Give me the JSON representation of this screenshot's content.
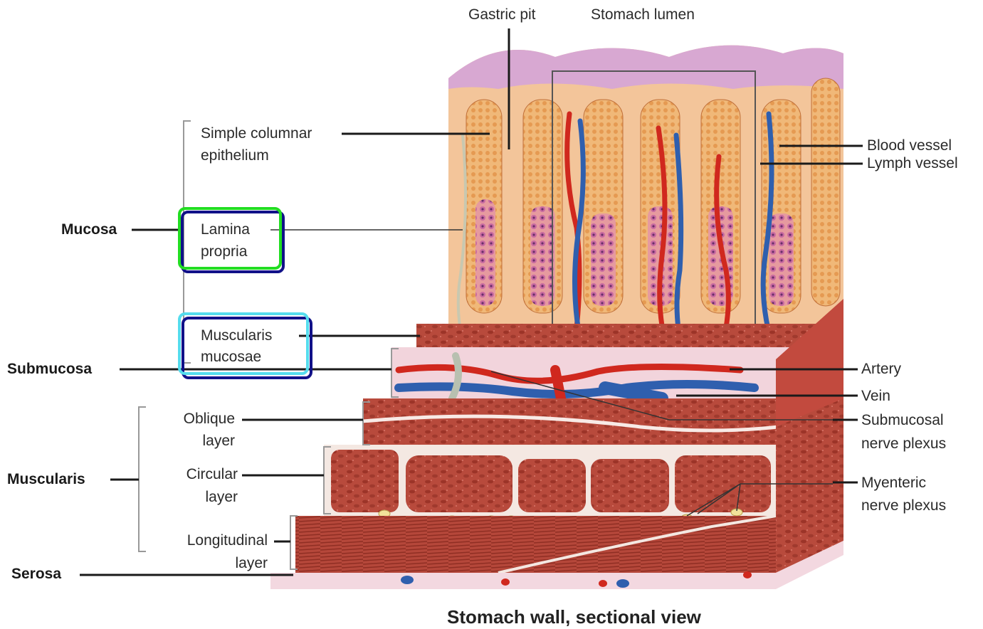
{
  "labels": {
    "gastric_pit": "Gastric pit",
    "stomach_lumen": "Stomach lumen",
    "simple_columnar_1": "Simple columnar",
    "simple_columnar_2": "epithelium",
    "lamina_1": "Lamina",
    "lamina_2": "propria",
    "muscularis_mucosae_1": "Muscularis",
    "muscularis_mucosae_2": "mucosae",
    "mucosa": "Mucosa",
    "submucosa": "Submucosa",
    "muscularis": "Muscularis",
    "serosa": "Serosa",
    "oblique_1": "Oblique",
    "oblique_2": "layer",
    "circular_1": "Circular",
    "circular_2": "layer",
    "longitudinal_1": "Longitudinal",
    "longitudinal_2": "layer",
    "blood_vessel": "Blood vessel",
    "lymph_vessel": "Lymph vessel",
    "artery": "Artery",
    "vein": "Vein",
    "submucosal_1": "Submucosal",
    "submucosal_2": "nerve plexus",
    "myenteric_1": "Myenteric",
    "myenteric_2": "nerve plexus"
  },
  "caption": "Stomach wall, sectional view",
  "colors": {
    "highlight_lamina": "#22dd22",
    "highlight_muscularis_mucosae": "#55ddee",
    "highlight_shadow": "#111188",
    "muscle": "#b84a3c",
    "artery": "#d0281e",
    "vein": "#2f5fae",
    "mucosa": "#f3c59a"
  }
}
